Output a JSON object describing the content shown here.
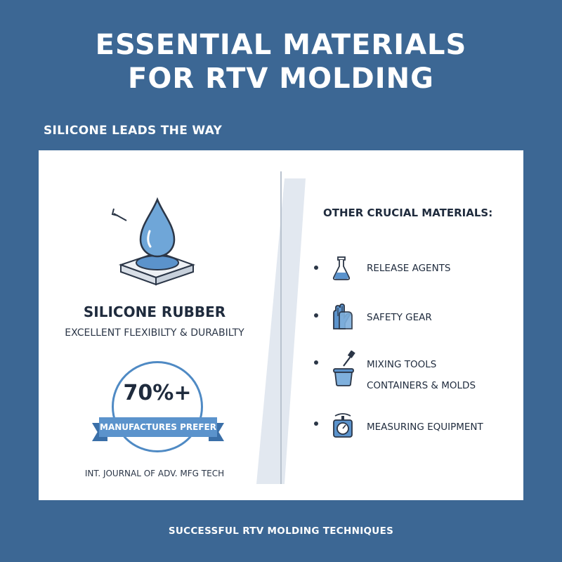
{
  "header": {
    "title_line1": "ESSENTIAL MATERIALS",
    "title_line2": "FOR RTV MOLDING",
    "subtitle": "SILICONE LEADS THE WAY"
  },
  "left_panel": {
    "icon": "silicone-drop-icon",
    "title": "SILICONE RUBBER",
    "description": "EXCELLENT FLEXIBILTY & DURABILTY",
    "badge": {
      "value": "70%+",
      "ribbon_text": "MANUFACTURES PREFER",
      "percent": 70
    },
    "source": "INT. JOURNAL OF ADV. MFG TECH"
  },
  "right_panel": {
    "title": "OTHER CRUCIAL MATERIALS:",
    "items": [
      {
        "icon": "flask-icon",
        "label": "RELEASE AGENTS"
      },
      {
        "icon": "gloves-icon",
        "label": "SAFETY GEAR"
      },
      {
        "icon": "brush-container-icon",
        "label": "MIXING TOOLS",
        "label2": "CONTAINERS & MOLDS"
      },
      {
        "icon": "scale-icon",
        "label": "MEASURING EQUIPMENT"
      }
    ]
  },
  "footer": {
    "text": "SUCCESSFUL RTV MOLDING TECHNIQUES"
  },
  "colors": {
    "background": "#3c6794",
    "accent": "#5b93cc",
    "dark_text": "#1f2b3d"
  }
}
